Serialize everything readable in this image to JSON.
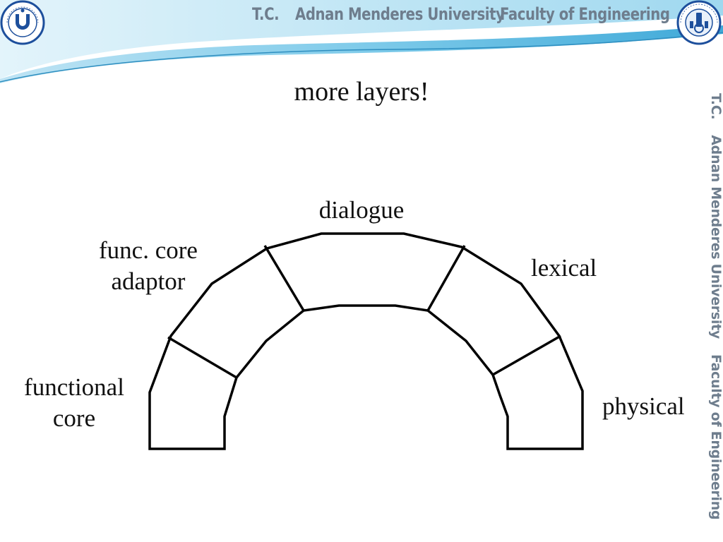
{
  "header": {
    "tc": "T.C.",
    "university": "Adnan Menderes University",
    "faculty": "Faculty of Engineering",
    "accent_color": "#3fa9d8"
  },
  "logos": {
    "left": {
      "icon": "university-seal-logo",
      "ring_text": "ADNAN MENDERES ÜNİVERSİTESİ",
      "year": "1992"
    },
    "right": {
      "icon": "engineering-faculty-logo",
      "ring_text": "ADNAN MENDERES UNIVERSITY ENGINEERING FACULTY",
      "year": "2006"
    }
  },
  "side_banner": {
    "parts": [
      "T.C.",
      "Adnan Menderes University",
      "Faculty of Engineering"
    ]
  },
  "slide": {
    "title": "more layers!"
  },
  "diagram": {
    "labels": {
      "dialogue": "dialogue",
      "func_core_adaptor": [
        "func. core",
        "adaptor"
      ],
      "lexical": "lexical",
      "functional_core": [
        "functional",
        "core"
      ],
      "physical": "physical"
    }
  }
}
